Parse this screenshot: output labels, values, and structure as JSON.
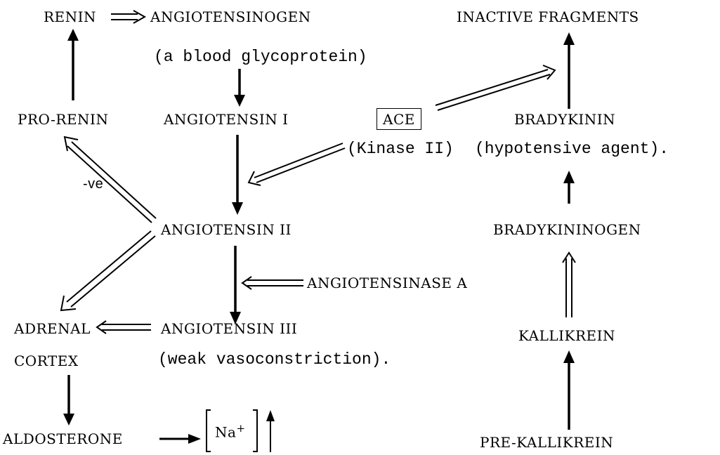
{
  "nodes": {
    "renin": "RENIN",
    "angiotensinogen": "ANGIOTENSINOGEN",
    "angiotensinogen_note": "(a blood glycoprotein)",
    "pro_renin": "PRO-RENIN",
    "angiotensin_1": "ANGIOTENSIN I",
    "ace": "ACE",
    "ace_note": "(Kinase II)",
    "angiotensin_2": "ANGIOTENSIN  II",
    "angiotensinase": "ANGIOTENSINASE  A",
    "adrenal": "ADRENAL",
    "cortex": "CORTEX",
    "angiotensin_3": "ANGIOTENSIN III",
    "angiotensin_3_note": "(weak vasoconstriction).",
    "aldosterone": "ALDOSTERONE",
    "sodium": "Na",
    "sodium_charge": "+",
    "inactive_fragments": "INACTIVE FRAGMENTS",
    "bradykinin": "BRADYKININ",
    "bradykinin_note": "(hypotensive agent).",
    "bradykininogen": "BRADYKININOGEN",
    "kallikrein": "KALLIKREIN",
    "pre_kallikrein": "PRE-KALLIKREIN"
  },
  "edge_labels": {
    "negative_feedback": "-ve"
  }
}
